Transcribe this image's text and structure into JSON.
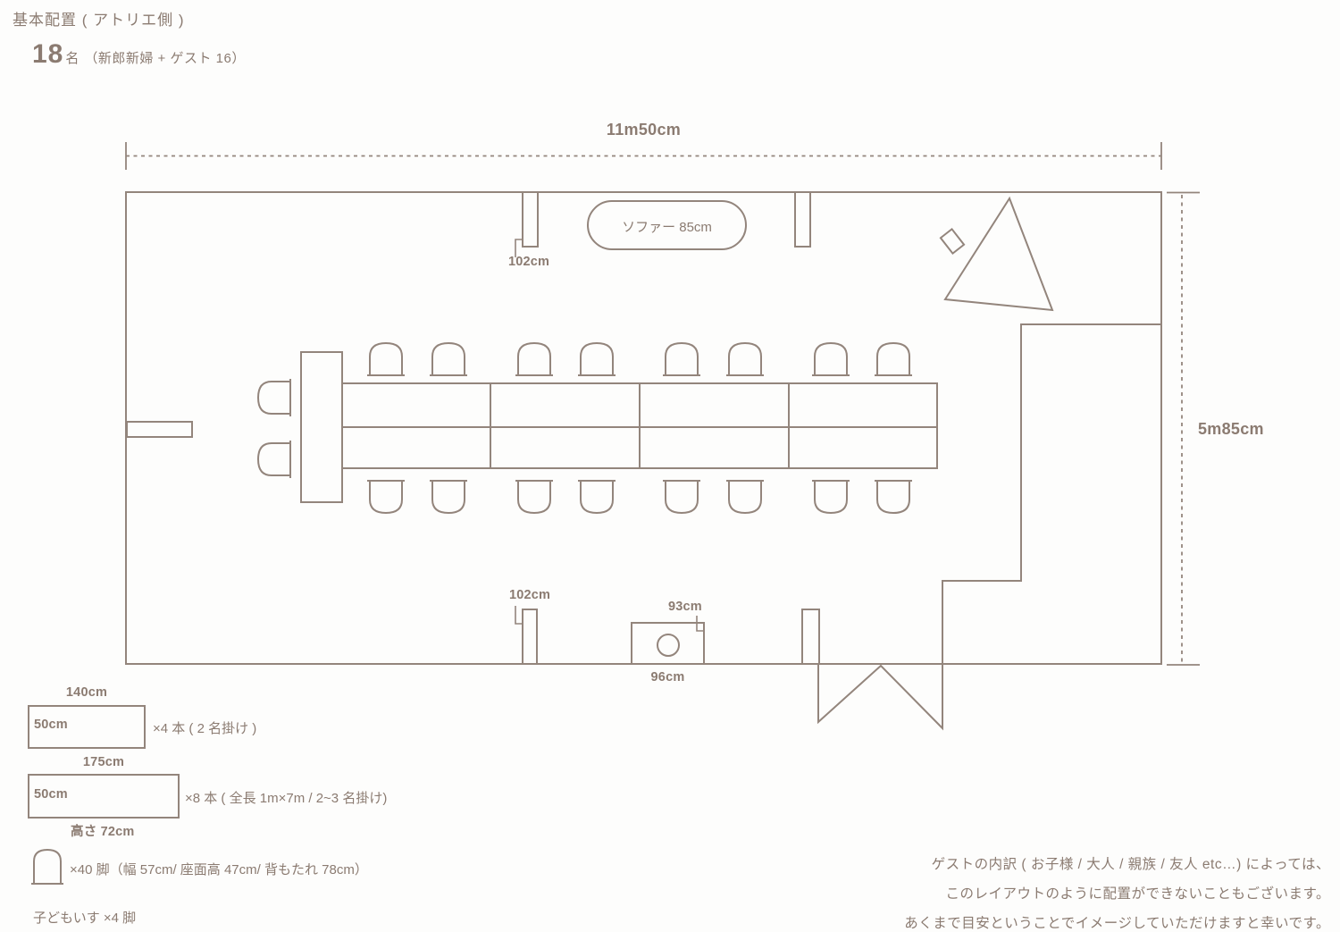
{
  "header": {
    "title": "基本配置 ( アトリエ側 )",
    "capacity_number": "18",
    "capacity_unit": "名",
    "capacity_detail": "（新郎新婦 + ゲスト 16）"
  },
  "dimensions": {
    "room_width": "11m50cm",
    "room_height": "5m85cm",
    "pillar_top": "102cm",
    "pillar_bottom": "102cm",
    "counter_width": "93cm",
    "counter_bottom": "96cm",
    "sofa": "ソファー 85cm"
  },
  "legend": {
    "short_table": {
      "length": "140cm",
      "depth": "50cm",
      "count_note": "×4 本 ( 2 名掛け )"
    },
    "long_table": {
      "length": "175cm",
      "depth": "50cm",
      "height": "高さ 72cm",
      "count_note": "×8 本 ( 全長 1m×7m / 2~3 名掛け)"
    },
    "chair": {
      "count_note": "×40 脚（幅 57cm/ 座面高 47cm/ 背もたれ 78cm）"
    },
    "kids_chair": {
      "note": "子どもいす ×4 脚"
    }
  },
  "footnote": {
    "lines": [
      "ゲストの内訳 ( お子様 / 大人 / 親族 / 友人 etc…) によっては、",
      "このレイアウトのように配置ができないこともございます。",
      "あくまで目安ということでイメージしていただけますと幸いです。"
    ]
  },
  "colors": {
    "ink": "#8b7b71",
    "line": "#93857c",
    "background": "#fdfdfc"
  }
}
